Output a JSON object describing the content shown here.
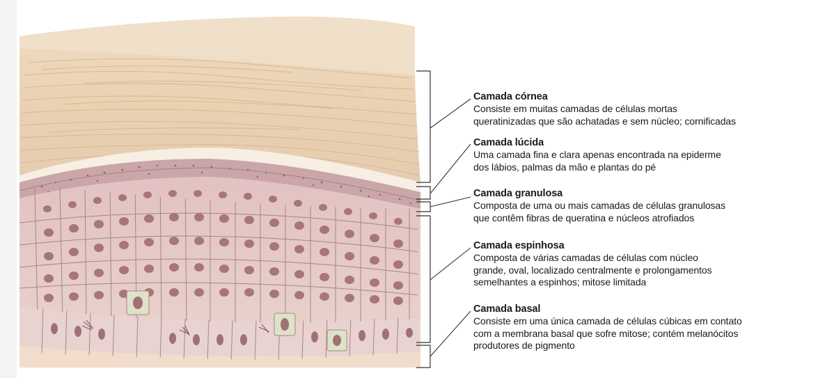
{
  "layers": [
    {
      "title": "Camada córnea",
      "lines": [
        "Consiste em muitas camadas de células mortas",
        "queratinizadas que são achatadas e sem núcleo; cornificadas"
      ]
    },
    {
      "title": "Camada lúcida",
      "lines": [
        "Uma camada fina e clara apenas encontrada na epiderme",
        "dos lábios, palmas da mão e plantas do pé"
      ]
    },
    {
      "title": "Camada granulosa",
      "lines": [
        "Composta de uma ou mais camadas de células granulosas",
        "que contêm fibras de queratina e núcleos atrofiados"
      ]
    },
    {
      "title": "Camada espinhosa",
      "lines": [
        "Composta de várias camadas de células com núcleo",
        "grande, oval, localizado centralmente e prolongamentos",
        "semelhantes a espinhos; mitose limitada"
      ]
    },
    {
      "title": "Camada basal",
      "lines": [
        "Consiste em uma única camada de células cúbicas em contato",
        "com a membrana basal que sofre mitose; contém melanócitos",
        "produtores de pigmento"
      ]
    }
  ],
  "colors": {
    "stratum_corneum": "#eed7b9",
    "stratum_lucidum": "#f6ece2",
    "stratum_granulosum": "#c9a5a7",
    "stratum_spinosum": "#e3c5c2",
    "cell_border": "#a68585",
    "nucleus": "#9f7175",
    "melanocyte": "#dde2c8",
    "dermis": "#f1dccb",
    "leader_line": "#333333"
  }
}
